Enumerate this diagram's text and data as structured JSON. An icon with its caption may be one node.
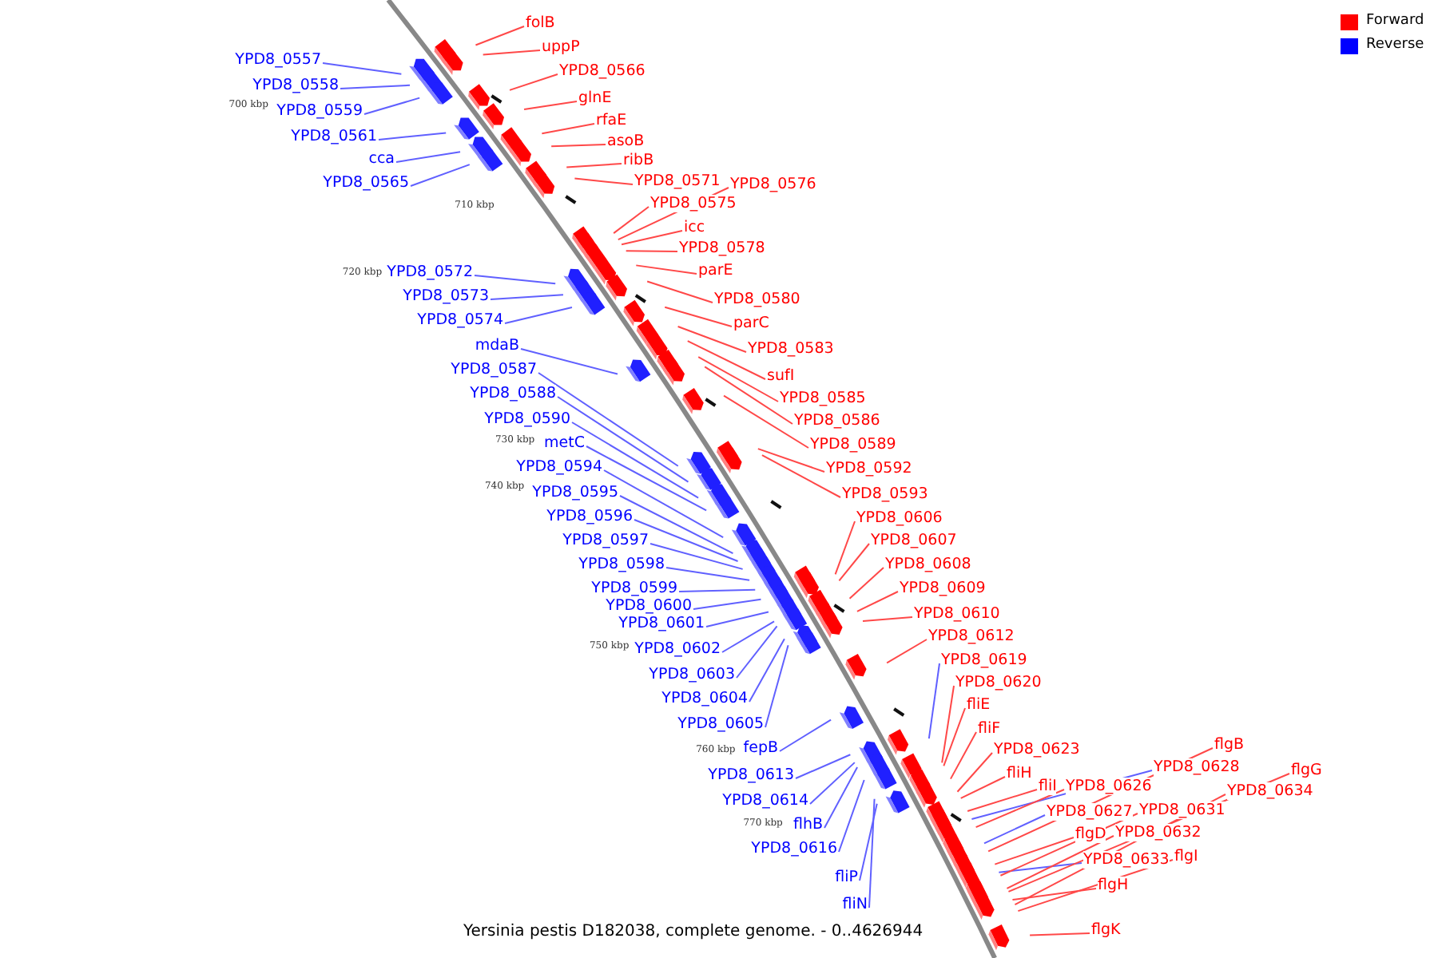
{
  "diagram": {
    "caption": "Yersinia pestis D182038, complete genome. - 0..4626944",
    "nodes": [
      {
        "text": [
          "YPD8_0557"
        ]
      },
      {
        "text": [
          "YPD8_0558"
        ]
      },
      {
        "text": [
          "YPD8_0559"
        ]
      },
      {
        "text": [
          "YPD8_0561"
        ]
      },
      {
        "text": [
          "cca"
        ]
      },
      {
        "text": [
          "YPD8_0565"
        ]
      },
      {
        "text": [
          "YPD8_0572"
        ]
      },
      {
        "text": [
          "YPD8_0573"
        ]
      },
      {
        "text": [
          "YPD8_0574"
        ]
      },
      {
        "text": [
          "mdaB"
        ]
      },
      {
        "text": [
          "YPD8_0587"
        ]
      },
      {
        "text": [
          "YPD8_0588"
        ]
      },
      {
        "text": [
          "YPD8_0590"
        ]
      },
      {
        "text": [
          "metC"
        ]
      },
      {
        "text": [
          "YPD8_0594"
        ]
      },
      {
        "text": [
          "YPD8_0595"
        ]
      },
      {
        "text": [
          "YPD8_0596"
        ]
      },
      {
        "text": [
          "YPD8_0597"
        ]
      },
      {
        "text": [
          "YPD8_0598"
        ]
      },
      {
        "text": [
          "YPD8_0599"
        ]
      },
      {
        "text": [
          "YPD8_0600"
        ]
      },
      {
        "text": [
          "YPD8_0601"
        ]
      },
      {
        "text": [
          "YPD8_0602"
        ]
      },
      {
        "text": [
          "YPD8_0603"
        ]
      },
      {
        "text": [
          "YPD8_0604"
        ]
      },
      {
        "text": [
          "YPD8_0605"
        ]
      },
      {
        "text": [
          "fepB"
        ]
      },
      {
        "text": [
          "YPD8_0613"
        ]
      },
      {
        "text": [
          "YPD8_0614"
        ]
      },
      {
        "text": [
          "flhB"
        ]
      },
      {
        "text": [
          "YPD8_0616"
        ]
      },
      {
        "text": [
          "fliP"
        ]
      },
      {
        "text": [
          "fliN"
        ]
      },
      {
        "text": [
          "YPD8_0619"
        ]
      },
      {
        "text": [
          "YPD8_0628"
        ]
      },
      {
        "text": [
          "YPD8_0627"
        ]
      },
      {
        "text": [
          "YPD8_0633"
        ]
      },
      {
        "text": [
          "folB"
        ]
      },
      {
        "text": [
          "uppP"
        ]
      },
      {
        "text": [
          "YPD8_0566"
        ]
      },
      {
        "text": [
          "glnE"
        ]
      },
      {
        "text": [
          "rfaE"
        ]
      },
      {
        "text": [
          "asoB"
        ]
      },
      {
        "text": [
          "ribB"
        ]
      },
      {
        "text": [
          "YPD8_0571"
        ]
      },
      {
        "text": [
          "YPD8_0576"
        ]
      },
      {
        "text": [
          "YPD8_0575"
        ]
      },
      {
        "text": [
          "icc"
        ]
      },
      {
        "text": [
          "YPD8_0578"
        ]
      },
      {
        "text": [
          "parE"
        ]
      },
      {
        "text": [
          "YPD8_0580"
        ]
      },
      {
        "text": [
          "parC"
        ]
      },
      {
        "text": [
          "YPD8_0583"
        ]
      },
      {
        "text": [
          "sufI"
        ]
      },
      {
        "text": [
          "YPD8_0585"
        ]
      },
      {
        "text": [
          "YPD8_0586"
        ]
      },
      {
        "text": [
          "YPD8_0589"
        ]
      },
      {
        "text": [
          "YPD8_0592"
        ]
      },
      {
        "text": [
          "YPD8_0593"
        ]
      },
      {
        "text": [
          "YPD8_0606"
        ]
      },
      {
        "text": [
          "YPD8_0607"
        ]
      },
      {
        "text": [
          "YPD8_0608"
        ]
      },
      {
        "text": [
          "YPD8_0609"
        ]
      },
      {
        "text": [
          "YPD8_0610"
        ]
      },
      {
        "text": [
          "YPD8_0612"
        ]
      },
      {
        "text": [
          "YPD8_0620"
        ]
      },
      {
        "text": [
          "fliE"
        ]
      },
      {
        "text": [
          "fliF"
        ]
      },
      {
        "text": [
          "YPD8_0623"
        ]
      },
      {
        "text": [
          "fliH"
        ]
      },
      {
        "text": [
          "fliI"
        ]
      },
      {
        "text": [
          "YPD8_0626"
        ]
      },
      {
        "text": [
          "flgB"
        ]
      },
      {
        "text": [
          "flgG"
        ]
      },
      {
        "text": [
          "YPD8_0634"
        ]
      },
      {
        "text": [
          "YPD8_0631"
        ]
      },
      {
        "text": [
          "flgD"
        ]
      },
      {
        "text": [
          "YPD8_0632"
        ]
      },
      {
        "text": [
          "flgI"
        ]
      },
      {
        "text": [
          "flgH"
        ]
      },
      {
        "text": [
          "flgK"
        ]
      }
    ],
    "edges": [
      {
        "from": 0,
        "to": null,
        "arrow": "none",
        "color": "#6060ff"
      },
      {
        "from": 1,
        "to": null,
        "arrow": "none",
        "color": "#6060ff"
      },
      {
        "from": 2,
        "to": null,
        "arrow": "none",
        "color": "#6060ff"
      },
      {
        "from": 3,
        "to": null,
        "arrow": "none",
        "color": "#6060ff"
      },
      {
        "from": 4,
        "to": null,
        "arrow": "none",
        "color": "#6060ff"
      },
      {
        "from": 5,
        "to": null,
        "arrow": "none",
        "color": "#6060ff"
      },
      {
        "from": 6,
        "to": null,
        "arrow": "none",
        "color": "#6060ff"
      },
      {
        "from": 7,
        "to": null,
        "arrow": "none",
        "color": "#6060ff"
      },
      {
        "from": 8,
        "to": null,
        "arrow": "none",
        "color": "#6060ff"
      },
      {
        "from": 9,
        "to": null,
        "arrow": "none",
        "color": "#6060ff"
      },
      {
        "from": 10,
        "to": null,
        "arrow": "none",
        "color": "#6060ff"
      },
      {
        "from": 11,
        "to": null,
        "arrow": "none",
        "color": "#6060ff"
      },
      {
        "from": 12,
        "to": null,
        "arrow": "none",
        "color": "#6060ff"
      },
      {
        "from": 13,
        "to": null,
        "arrow": "none",
        "color": "#6060ff"
      },
      {
        "from": 14,
        "to": null,
        "arrow": "none",
        "color": "#6060ff"
      },
      {
        "from": 15,
        "to": null,
        "arrow": "none",
        "color": "#6060ff"
      },
      {
        "from": 16,
        "to": null,
        "arrow": "none",
        "color": "#6060ff"
      },
      {
        "from": 17,
        "to": null,
        "arrow": "none",
        "color": "#6060ff"
      },
      {
        "from": 18,
        "to": null,
        "arrow": "none",
        "color": "#6060ff"
      },
      {
        "from": 19,
        "to": null,
        "arrow": "none",
        "color": "#6060ff"
      },
      {
        "from": 20,
        "to": null,
        "arrow": "none",
        "color": "#6060ff"
      },
      {
        "from": 21,
        "to": null,
        "arrow": "none",
        "color": "#6060ff"
      },
      {
        "from": 22,
        "to": null,
        "arrow": "none",
        "color": "#6060ff"
      },
      {
        "from": 23,
        "to": null,
        "arrow": "none",
        "color": "#6060ff"
      },
      {
        "from": 24,
        "to": null,
        "arrow": "none",
        "color": "#6060ff"
      },
      {
        "from": 25,
        "to": null,
        "arrow": "none",
        "color": "#6060ff"
      },
      {
        "from": 26,
        "to": null,
        "arrow": "none",
        "color": "#6060ff"
      },
      {
        "from": 27,
        "to": null,
        "arrow": "none",
        "color": "#6060ff"
      },
      {
        "from": 28,
        "to": null,
        "arrow": "none",
        "color": "#6060ff"
      },
      {
        "from": 29,
        "to": null,
        "arrow": "none",
        "color": "#6060ff"
      },
      {
        "from": 30,
        "to": null,
        "arrow": "none",
        "color": "#6060ff"
      },
      {
        "from": 31,
        "to": null,
        "arrow": "none",
        "color": "#6060ff"
      },
      {
        "from": 32,
        "to": null,
        "arrow": "none",
        "color": "#6060ff"
      },
      {
        "from": 33,
        "to": null,
        "arrow": "none",
        "color": "#6060ff"
      },
      {
        "from": 34,
        "to": null,
        "arrow": "none",
        "color": "#6060ff"
      },
      {
        "from": 35,
        "to": null,
        "arrow": "none",
        "color": "#6060ff"
      },
      {
        "from": 36,
        "to": null,
        "arrow": "none",
        "color": "#6060ff"
      },
      {
        "from": 37,
        "to": null,
        "arrow": "none"
      },
      {
        "from": 38,
        "to": null,
        "arrow": "none"
      },
      {
        "from": 39,
        "to": null,
        "arrow": "none"
      },
      {
        "from": 40,
        "to": null,
        "arrow": "none"
      },
      {
        "from": 41,
        "to": null,
        "arrow": "none"
      },
      {
        "from": 42,
        "to": null,
        "arrow": "none"
      },
      {
        "from": 43,
        "to": null,
        "arrow": "none"
      },
      {
        "from": 44,
        "to": null,
        "arrow": "none"
      },
      {
        "from": 45,
        "to": null,
        "arrow": "none"
      },
      {
        "from": 46,
        "to": null,
        "arrow": "none"
      },
      {
        "from": 47,
        "to": null,
        "arrow": "none"
      },
      {
        "from": 48,
        "to": null,
        "arrow": "none"
      },
      {
        "from": 49,
        "to": null,
        "arrow": "none"
      },
      {
        "from": 50,
        "to": null,
        "arrow": "none"
      },
      {
        "from": 51,
        "to": null,
        "arrow": "none"
      },
      {
        "from": 52,
        "to": null,
        "arrow": "none"
      },
      {
        "from": 53,
        "to": null,
        "arrow": "none"
      },
      {
        "from": 54,
        "to": null,
        "arrow": "none"
      },
      {
        "from": 55,
        "to": null,
        "arrow": "none"
      },
      {
        "from": 56,
        "to": null,
        "arrow": "none"
      },
      {
        "from": 57,
        "to": null,
        "arrow": "none"
      },
      {
        "from": 58,
        "to": null,
        "arrow": "none"
      },
      {
        "from": 59,
        "to": null,
        "arrow": "none"
      },
      {
        "from": 60,
        "to": null,
        "arrow": "none"
      },
      {
        "from": 61,
        "to": null,
        "arrow": "none"
      },
      {
        "from": 62,
        "to": null,
        "arrow": "none"
      },
      {
        "from": 63,
        "to": null,
        "arrow": "none"
      },
      {
        "from": 64,
        "to": null,
        "arrow": "none"
      },
      {
        "from": 65,
        "to": null,
        "arrow": "none"
      },
      {
        "from": 66,
        "to": null,
        "arrow": "none"
      },
      {
        "from": 67,
        "to": null,
        "arrow": "none"
      },
      {
        "from": 68,
        "to": null,
        "arrow": "none"
      },
      {
        "from": 69,
        "to": null,
        "arrow": "none"
      },
      {
        "from": 70,
        "to": null,
        "arrow": "none"
      },
      {
        "from": 71,
        "to": null,
        "arrow": "none"
      },
      {
        "from": 72,
        "to": null,
        "arrow": "none"
      },
      {
        "from": 73,
        "to": null,
        "arrow": "none"
      },
      {
        "from": 74,
        "to": null,
        "arrow": "none"
      },
      {
        "from": 75,
        "to": null,
        "arrow": "none"
      },
      {
        "from": 76,
        "to": null,
        "arrow": "none"
      },
      {
        "from": 77,
        "to": null,
        "arrow": "none"
      },
      {
        "from": 78,
        "to": null,
        "arrow": "none"
      },
      {
        "from": 79,
        "to": null,
        "arrow": "none"
      },
      {
        "from": 80,
        "to": null,
        "arrow": "none"
      }
    ],
    "labels": [
      "700 kbp",
      "710 kbp",
      "720 kbp",
      "730 kbp",
      "740 kbp",
      "750 kbp",
      "760 kbp",
      "770 kbp"
    ],
    "legend": [
      {
        "text": "Forward",
        "color": "#ff0000"
      },
      {
        "text": "Reverse",
        "color": "#0000ff"
      }
    ]
  }
}
